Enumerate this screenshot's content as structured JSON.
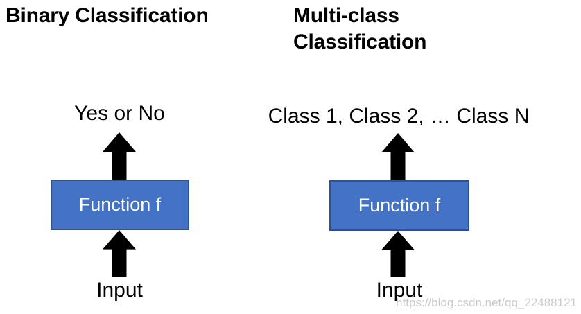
{
  "page": {
    "background": "#ffffff",
    "watermark": "https://blog.csdn.net/qq_22488121"
  },
  "colors": {
    "box_fill": "#4472C4",
    "box_border": "#2F528F",
    "box_text": "#ffffff",
    "arrow": "#000000",
    "label_text": "#000000",
    "watermark_text": "#cacaca"
  },
  "diagrams": [
    {
      "title": "Binary Classification",
      "output_label": "Yes or No",
      "function_label": "Function f",
      "input_label": "Input"
    },
    {
      "title": "Multi-class Classification",
      "output_label": "Class 1, Class 2, … Class N",
      "function_label": "Function f",
      "input_label": "Input"
    }
  ]
}
